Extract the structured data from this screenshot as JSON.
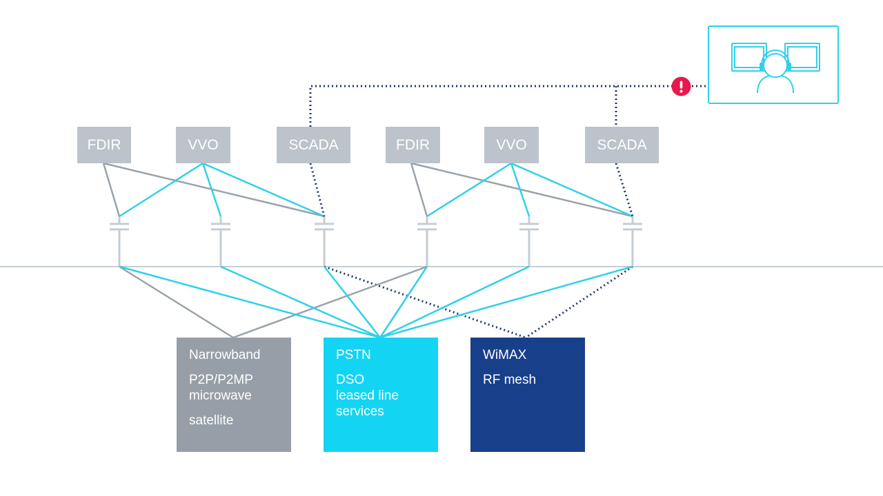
{
  "applications": [
    {
      "label": "FDIR"
    },
    {
      "label": "VVO"
    },
    {
      "label": "SCADA"
    },
    {
      "label": "FDIR"
    },
    {
      "label": "VVO"
    },
    {
      "label": "SCADA"
    }
  ],
  "networks": {
    "narrowband": {
      "title": "Narrowband",
      "line1": "P2P/P2MP",
      "line2": "microwave",
      "line3": "satellite"
    },
    "pstn": {
      "title": "PSTN",
      "line1": "DSO",
      "line2": "leased line",
      "line3": "services"
    },
    "wimax": {
      "title": "WiMAX",
      "line1": "RF mesh"
    }
  },
  "colors": {
    "app_box": "#bcc3ca",
    "narrowband": "#969fa7",
    "pstn": "#14d4f4",
    "wimax": "#183f8a",
    "gray_link": "#9aa2a9",
    "cyan_link": "#2fd0e9",
    "dotted_link": "#1e3566",
    "alert": "#e8174f",
    "ground_line": "#c5cdd3"
  },
  "icons": {
    "alert": "alert-icon",
    "operator": "operator-with-headset-icon",
    "capacitor": "capacitor-icon"
  }
}
